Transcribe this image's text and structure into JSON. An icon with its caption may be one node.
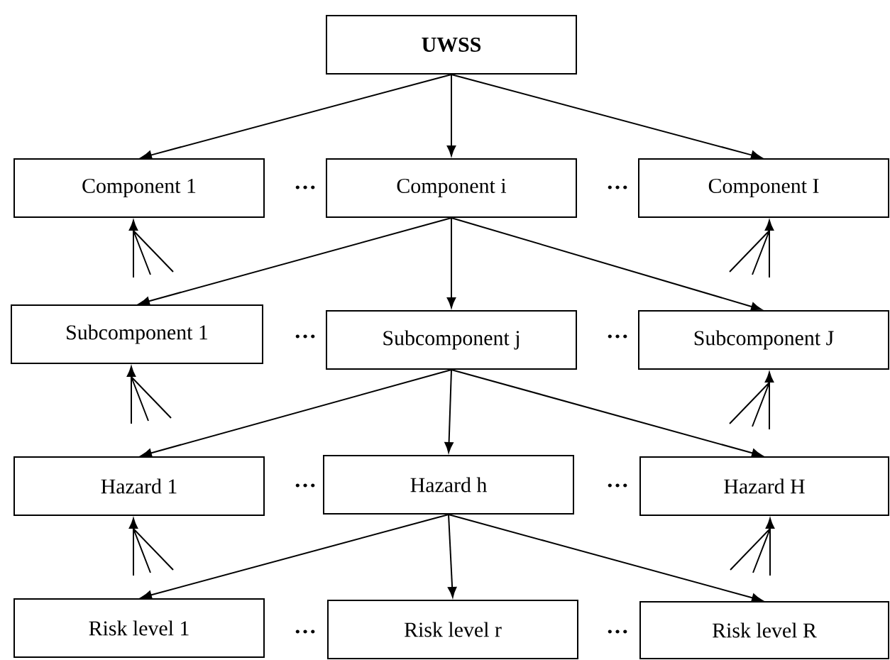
{
  "diagram": {
    "nodes": [
      {
        "text": [
          "UWSS"
        ]
      },
      {
        "text": [
          "Component 1"
        ]
      },
      {
        "text": [
          "Component i"
        ]
      },
      {
        "text": [
          "Component I"
        ]
      },
      {
        "text": [
          "Subcomponent 1"
        ]
      },
      {
        "text": [
          "Subcomponent j"
        ]
      },
      {
        "text": [
          "Subcomponent J"
        ]
      },
      {
        "text": [
          "Hazard 1"
        ]
      },
      {
        "text": [
          "Hazard h"
        ]
      },
      {
        "text": [
          "Hazard H"
        ]
      },
      {
        "text": [
          "Risk level 1"
        ]
      },
      {
        "text": [
          "Risk level r"
        ]
      },
      {
        "text": [
          "Risk level R"
        ]
      }
    ],
    "edges": [
      {
        "from": 0,
        "to": 1,
        "arrow": "to"
      },
      {
        "from": 0,
        "to": 2,
        "arrow": "to"
      },
      {
        "from": 0,
        "to": 3,
        "arrow": "to"
      },
      {
        "from": 2,
        "to": 4,
        "arrow": "to"
      },
      {
        "from": 2,
        "to": 5,
        "arrow": "to"
      },
      {
        "from": 2,
        "to": 6,
        "arrow": "to"
      },
      {
        "from": 5,
        "to": 7,
        "arrow": "to"
      },
      {
        "from": 5,
        "to": 8,
        "arrow": "to"
      },
      {
        "from": 5,
        "to": 9,
        "arrow": "to"
      },
      {
        "from": 8,
        "to": 10,
        "arrow": "to"
      },
      {
        "from": 8,
        "to": 11,
        "arrow": "to"
      },
      {
        "from": 8,
        "to": 12,
        "arrow": "to"
      },
      {
        "from": null,
        "to": 1,
        "arrow": "to"
      },
      {
        "from": null,
        "to": 3,
        "arrow": "to"
      },
      {
        "from": null,
        "to": 4,
        "arrow": "to"
      },
      {
        "from": null,
        "to": 6,
        "arrow": "to"
      },
      {
        "from": null,
        "to": 7,
        "arrow": "to"
      },
      {
        "from": null,
        "to": 9,
        "arrow": "to"
      }
    ],
    "labels": [
      "…",
      "…",
      "…",
      "…",
      "…",
      "…",
      "…",
      "…"
    ]
  }
}
